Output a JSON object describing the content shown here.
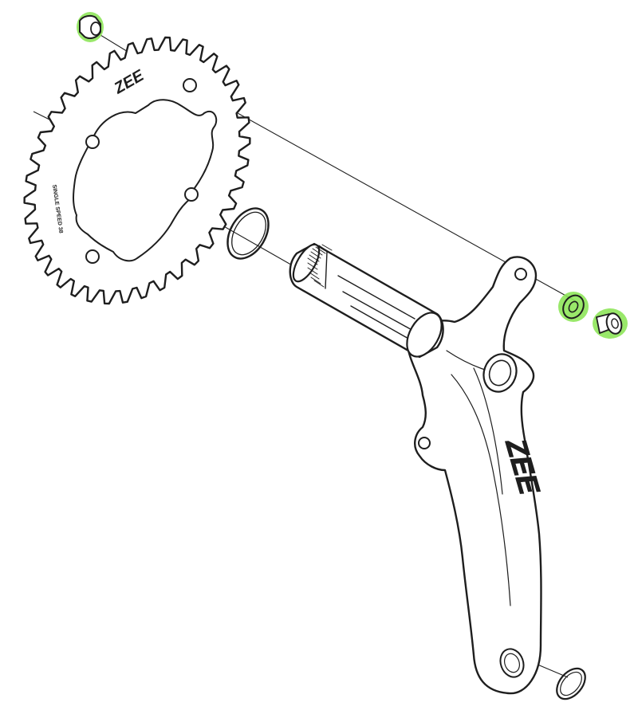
{
  "diagram": {
    "chainring_brand_text": "ZEE",
    "chainring_side_text": "SINGLE SPEED 38",
    "crank_brand_text": "ZEE",
    "highlight_color": "#8ee65a",
    "line_color": "#1e1e1e",
    "background_color": "#ffffff",
    "teeth_count": 38,
    "highlighted_parts": [
      "chainring-nut",
      "washer",
      "chainring-bolt"
    ]
  }
}
